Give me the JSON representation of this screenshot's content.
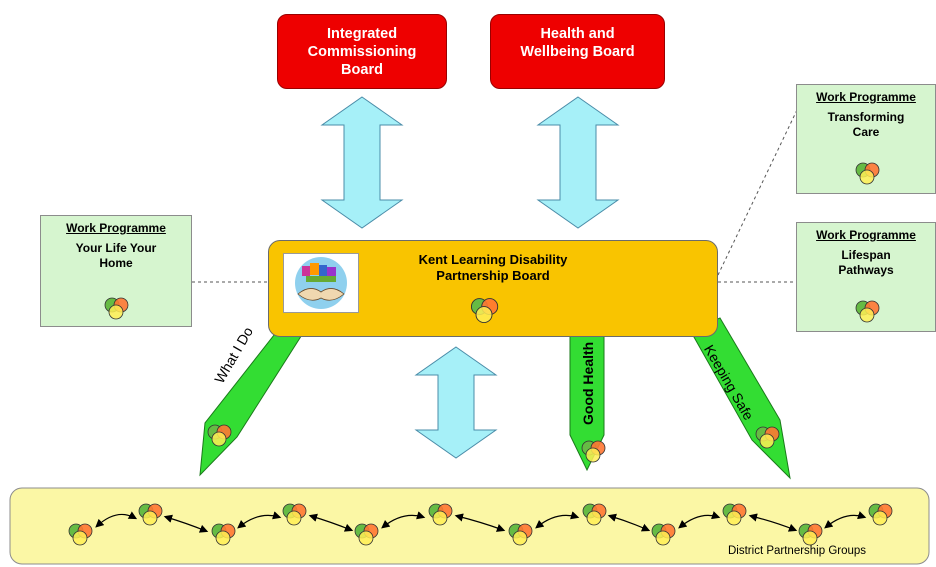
{
  "boards": {
    "integrated_commissioning": [
      "Integrated",
      "Commissioning",
      "Board"
    ],
    "health_wellbeing": [
      "Health and",
      "Wellbeing  Board"
    ]
  },
  "central": {
    "line1": "Kent Learning Disability",
    "line2": "Partnership Board"
  },
  "work_programmes": [
    {
      "title": "Work Programme",
      "lines": [
        "Your Life Your",
        "Home"
      ]
    },
    {
      "title": "Work Programme",
      "lines": [
        "Transforming",
        "Care"
      ]
    },
    {
      "title": "Work Programme",
      "lines": [
        "Lifespan",
        "Pathways"
      ]
    }
  ],
  "branches": {
    "what_i_do": "What I Do",
    "good_health": "Good Health",
    "keeping_safe": "Keeping Safe"
  },
  "district": {
    "label": "District Partnership Groups"
  },
  "colors": {
    "board_red": "#ee0000",
    "central_yellow": "#f9c400",
    "work_programme_green": "#d6f5cf",
    "branch_green": "#33dd33",
    "arrow_cyan": "#a6f0f8",
    "district_yellow": "#fbf7a5"
  }
}
